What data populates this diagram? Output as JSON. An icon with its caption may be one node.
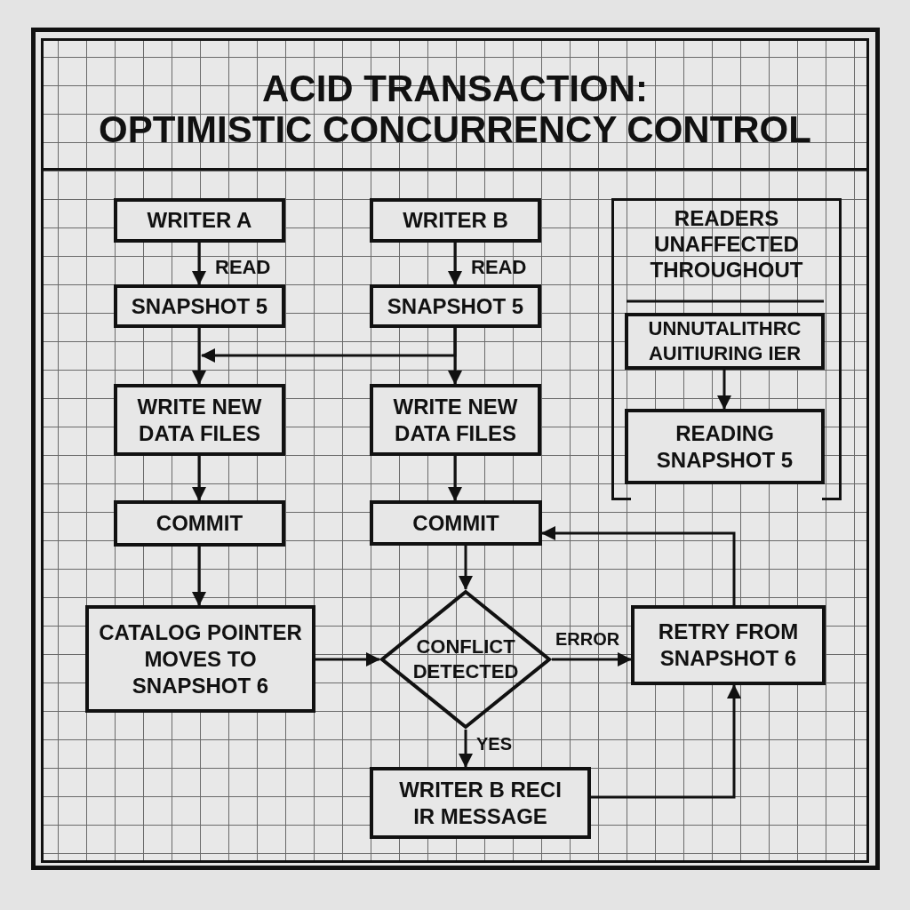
{
  "diagram": {
    "title": "ACID TRANSACTION: OPTIMISTIC CONCURRENCY CONTROL",
    "nodes": [
      {
        "text": [
          "WRITER A"
        ]
      },
      {
        "text": [
          "SNAPSHOT 5"
        ]
      },
      {
        "text": [
          "WRITE NEW DATA FILES"
        ]
      },
      {
        "text": [
          "COMMIT"
        ]
      },
      {
        "text": [
          "CATALOG POINTER MOVES TO SNAPSHOT 6"
        ]
      },
      {
        "text": [
          "WRITER B"
        ]
      },
      {
        "text": [
          "SNAPSHOT 5"
        ]
      },
      {
        "text": [
          "WRITE NEW DATA FILES"
        ]
      },
      {
        "text": [
          "COMMIT"
        ]
      },
      {
        "text": [
          "CONFLICT DETECTED"
        ]
      },
      {
        "text": [
          "WRITER B RECI IR MESSAGE"
        ]
      },
      {
        "text": [
          "RETRY FROM SNAPSHOT 6"
        ]
      },
      {
        "text": [
          "READERS UNAFFECTED THROUGHOUT"
        ]
      },
      {
        "text": [
          "UNNUTALITHRC AUITIURING IER"
        ],
        "in": 12
      },
      {
        "text": [
          "READING SNAPSHOT 5"
        ],
        "in": 12
      }
    ],
    "edges": [
      {
        "from": 0,
        "to": 1,
        "arrow": "to",
        "label": "READ"
      },
      {
        "from": 1,
        "to": 2,
        "arrow": "to"
      },
      {
        "from": 2,
        "to": 3,
        "arrow": "to"
      },
      {
        "from": 3,
        "to": 4,
        "arrow": "to"
      },
      {
        "from": 4,
        "to": 9,
        "arrow": "to"
      },
      {
        "from": 5,
        "to": 6,
        "arrow": "to",
        "label": "READ"
      },
      {
        "from": 6,
        "to": 7,
        "arrow": "to"
      },
      {
        "from": 6,
        "to": 2,
        "arrow": "to"
      },
      {
        "from": 7,
        "to": 8,
        "arrow": "to"
      },
      {
        "from": 8,
        "to": 9,
        "arrow": "to"
      },
      {
        "from": 9,
        "to": 11,
        "arrow": "to",
        "label": "ERROR"
      },
      {
        "from": 9,
        "to": 10,
        "arrow": "to",
        "label": "YES"
      },
      {
        "from": 10,
        "to": 11,
        "arrow": "to"
      },
      {
        "from": 11,
        "to": 8,
        "arrow": "to"
      },
      {
        "from": 13,
        "to": 14,
        "arrow": "to"
      }
    ]
  }
}
